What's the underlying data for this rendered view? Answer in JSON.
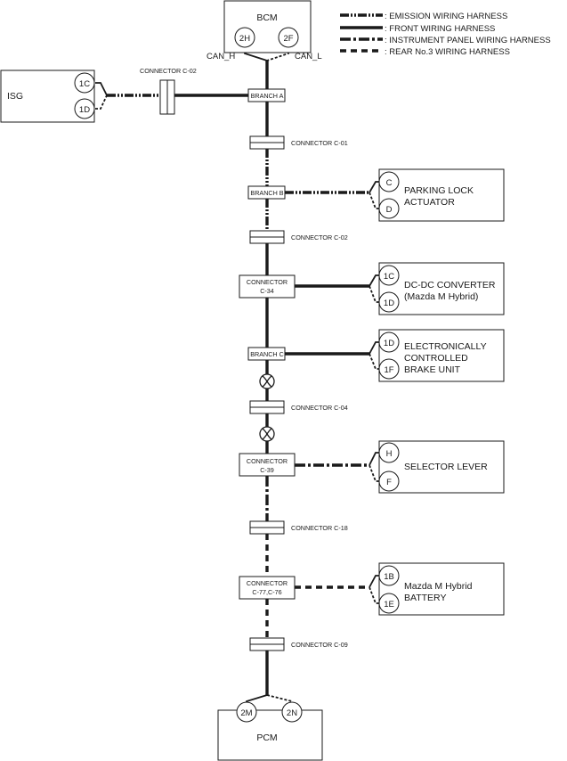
{
  "legend": {
    "emission": ": EMISSION WIRING HARNESS",
    "front": ": FRONT WIRING HARNESS",
    "instrument_panel": ": INSTRUMENT PANEL WIRING HARNESS",
    "rear": ": REAR No.3 WIRING HARNESS"
  },
  "modules": {
    "bcm": {
      "label": "BCM",
      "pins": [
        "2H",
        "2F"
      ],
      "can_h": "CAN_H",
      "can_l": "CAN_L"
    },
    "isg": {
      "label": "ISG",
      "pins": [
        "1C",
        "1D"
      ]
    },
    "parking_lock": {
      "label_1": "PARKING LOCK",
      "label_2": "ACTUATOR",
      "pins": [
        "C",
        "D"
      ]
    },
    "dcdc": {
      "label_1": "DC-DC CONVERTER",
      "label_2": "(Mazda M Hybrid)",
      "pins": [
        "1C",
        "1D"
      ]
    },
    "brake": {
      "label_1": "ELECTRONICALLY",
      "label_2": "CONTROLLED",
      "label_3": "BRAKE UNIT",
      "pins": [
        "1D",
        "1F"
      ]
    },
    "selector": {
      "label": "SELECTOR LEVER",
      "pins": [
        "H",
        "F"
      ]
    },
    "battery": {
      "label_1": "Mazda M Hybrid",
      "label_2": "BATTERY",
      "pins": [
        "1B",
        "1E"
      ]
    },
    "pcm": {
      "label": "PCM",
      "pins": [
        "2M",
        "2N"
      ]
    }
  },
  "junctions": {
    "branch_a": "BRANCH A",
    "branch_b": "BRANCH B",
    "branch_c": "BRANCH C",
    "connector_c34": [
      "CONNECTOR",
      "C-34"
    ],
    "connector_c39": [
      "CONNECTOR",
      "C-39"
    ],
    "connector_c77": [
      "CONNECTOR",
      "C-77,C-76"
    ]
  },
  "inline_connectors": {
    "c02_isg": "CONNECTOR C-02",
    "c01": "CONNECTOR C-01",
    "c02": "CONNECTOR C-02",
    "c04": "CONNECTOR C-04",
    "c18": "CONNECTOR C-18",
    "c09": "CONNECTOR C-09"
  }
}
